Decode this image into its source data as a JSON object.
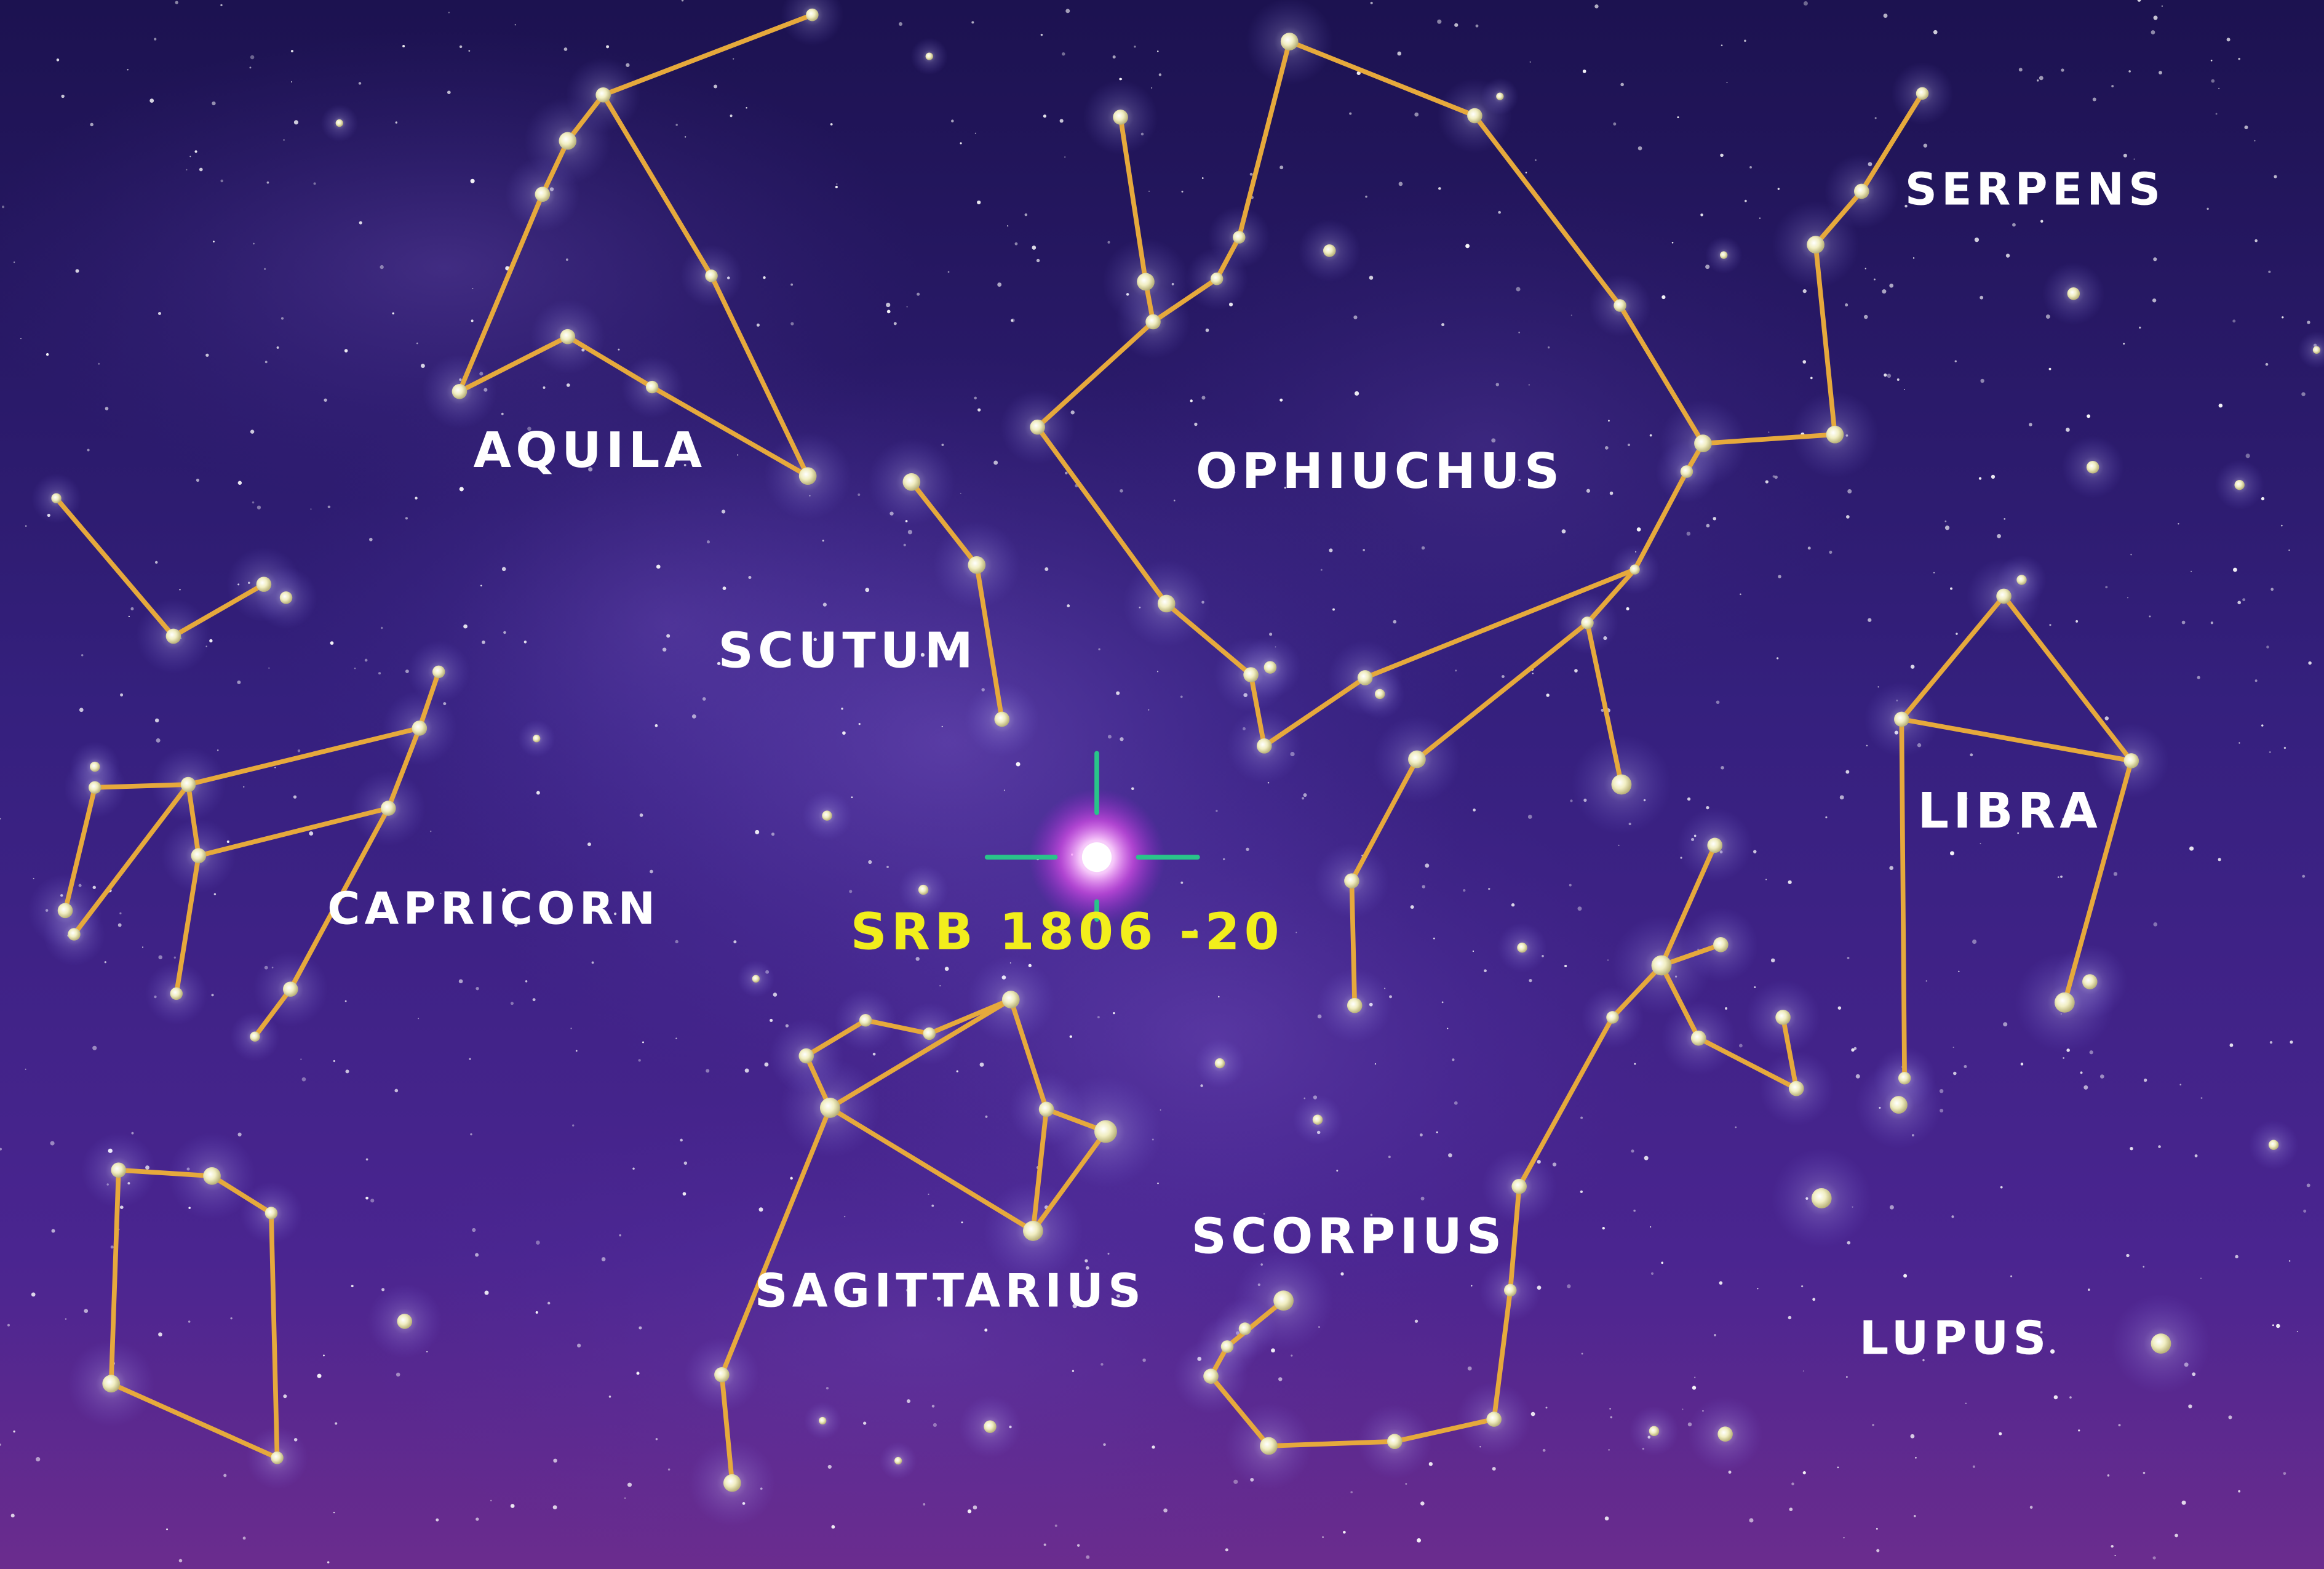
{
  "constellations": [
    {
      "id": "aquila",
      "label": "AQUILA"
    },
    {
      "id": "serpens",
      "label": "SERPENS"
    },
    {
      "id": "ophiuchus",
      "label": "OPHIUCHUS"
    },
    {
      "id": "scutum",
      "label": "SCUTUM"
    },
    {
      "id": "capricorn",
      "label": "CAPRICORN"
    },
    {
      "id": "libra",
      "label": "LIBRA"
    },
    {
      "id": "sagittarius",
      "label": "SAGITTARIUS"
    },
    {
      "id": "scorpius",
      "label": "SCORPIUS"
    },
    {
      "id": "lupus",
      "label": "LUPUS"
    }
  ],
  "target": {
    "label": "SRB 1806 -20",
    "label_color": "#f2ee1c",
    "marker_color": "#29c48a",
    "star_color": "#ff66ff"
  },
  "colors": {
    "sky_top": "#201452",
    "sky_mid": "#3a1e82",
    "sky_bottom": "#6a2a8c",
    "line": "#e6a93c",
    "star": "#f5f2c6",
    "label": "#ffffff"
  }
}
